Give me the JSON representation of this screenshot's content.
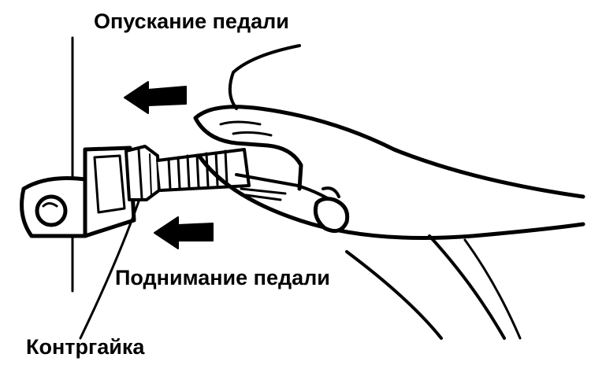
{
  "labels": {
    "pedal_lower": "Опускание педали",
    "pedal_raise": "Поднимание педали",
    "locknut": "Контргайка"
  },
  "colors": {
    "ink": "#000000",
    "paper": "#ffffff"
  },
  "icons": {
    "arrow_lower": "arrow-left-icon",
    "arrow_raise": "arrow-left-icon"
  }
}
